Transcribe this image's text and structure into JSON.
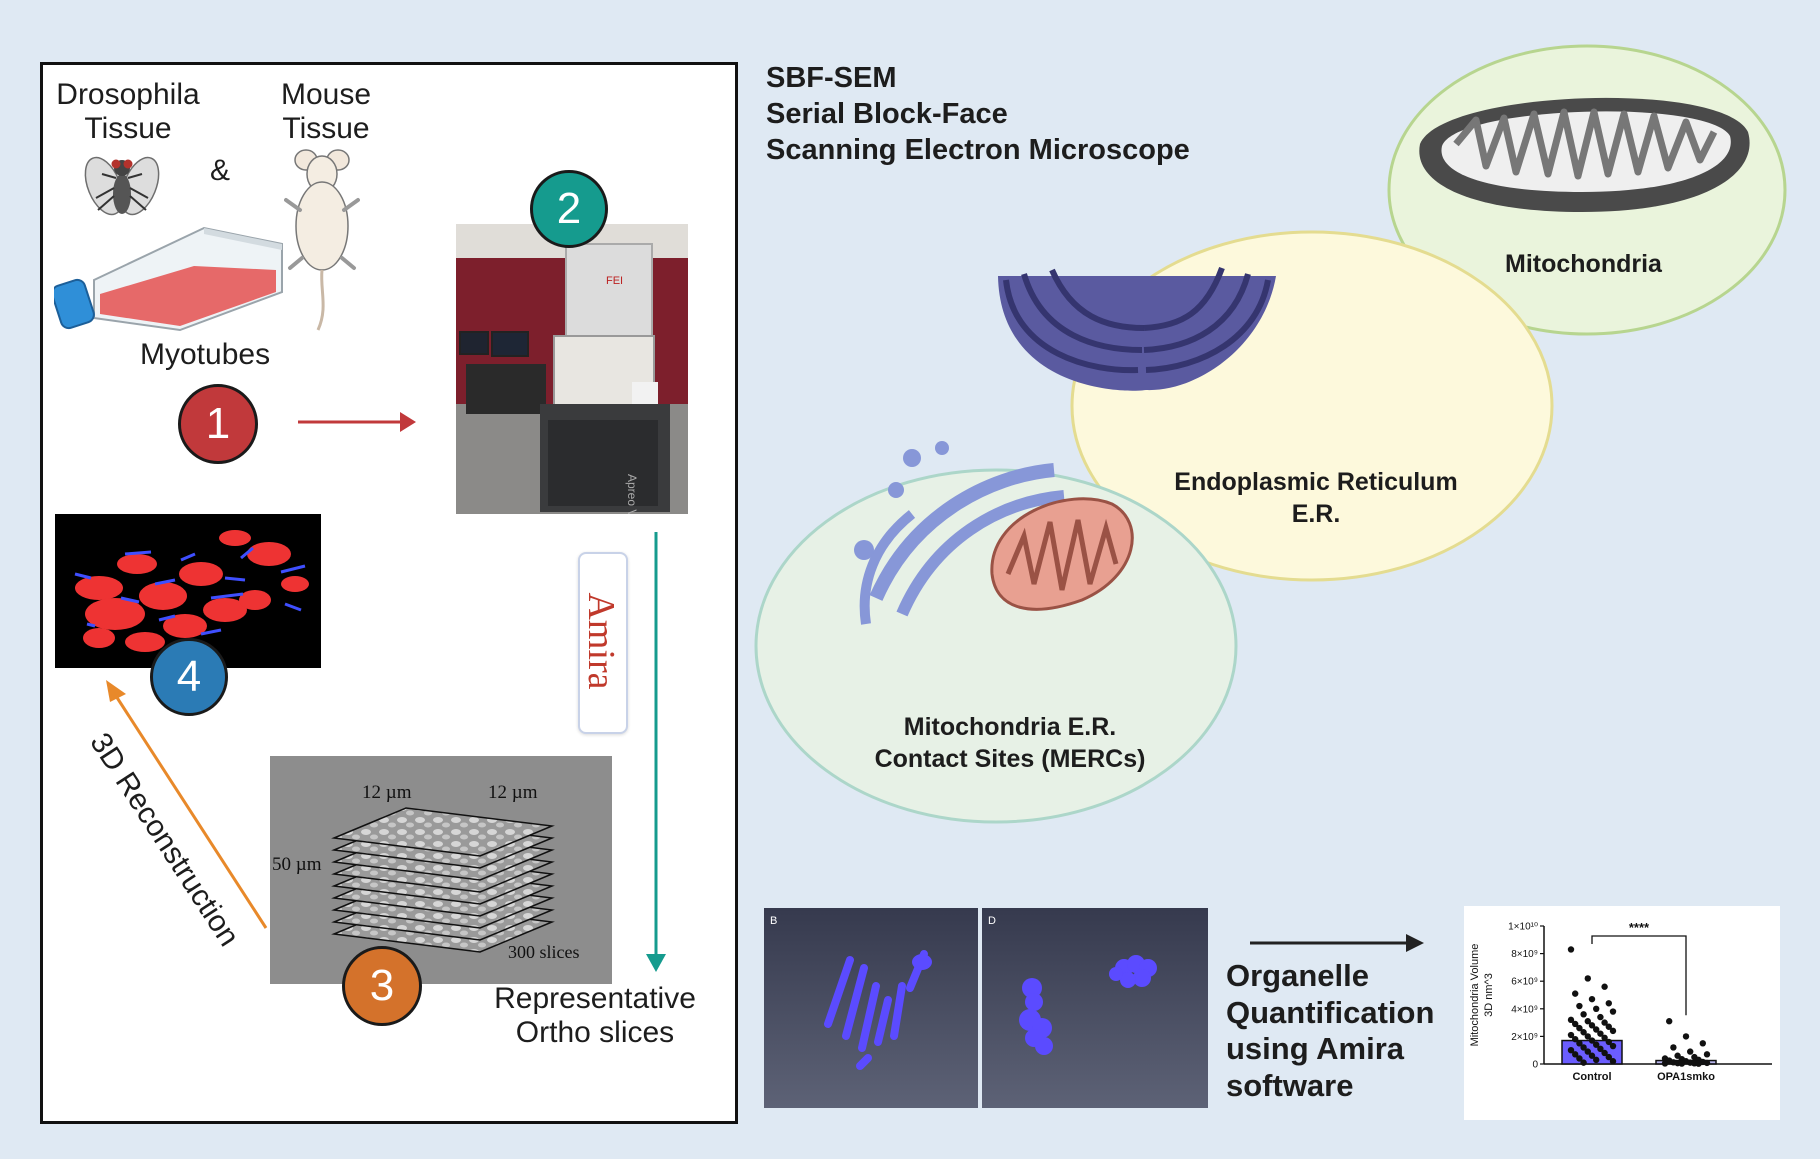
{
  "title": {
    "line1": "SBF-SEM",
    "line2": "Serial Block-Face",
    "line3": "Scanning Electron Microscope"
  },
  "workflow": {
    "drosophila": "Drosophila\nTissue",
    "ampersand": "&",
    "mouse": "Mouse\nTissue",
    "myotubes": "Myotubes",
    "amira": "Amira",
    "reconstruction": "3D Reconstruction",
    "ortho": "Representative\nOrtho slices",
    "steps": [
      "1",
      "2",
      "3",
      "4"
    ],
    "microscope_brand": "FEI",
    "microscope_model": "Apreo VS",
    "stack": {
      "dim_x": "12 µm",
      "dim_y": "12 µm",
      "dim_z": "50 µm",
      "slices": "300 slices"
    }
  },
  "organelles": {
    "mito": "Mitochondria",
    "er_line1": "Endoplasmic Reticulum",
    "er_line2": "E.R.",
    "mercs_line1": "Mitochondria E.R.",
    "mercs_line2": "Contact Sites (MERCs)"
  },
  "renders": {
    "panel_b": "B",
    "panel_d": "D"
  },
  "quantification": "Organelle\nQuantification\nusing Amira\nsoftware",
  "colors": {
    "step1": "#c1393b",
    "step2": "#159b8e",
    "step3": "#d4722b",
    "step4": "#2b7bb5",
    "amira_text": "#c0392b",
    "render_blue": "#5b4bff",
    "mito_red": "#ee3333"
  },
  "chart_data": {
    "type": "scatter",
    "categories": [
      "Control",
      "OPA1smko"
    ],
    "ylabel": "Mitochondria Volume\n3D nm^3",
    "ytick_labels": [
      "0",
      "2×10⁹",
      "4×10⁹",
      "6×10⁹",
      "8×10⁹",
      "1×10¹⁰"
    ],
    "ylim": [
      0,
      10000000000
    ],
    "bar_means": [
      1700000000,
      250000000
    ],
    "significance": "****",
    "points_control": [
      8300000000,
      6200000000,
      5600000000,
      5100000000,
      4700000000,
      4400000000,
      4200000000,
      4000000000,
      3800000000,
      3600000000,
      3400000000,
      3200000000,
      3100000000,
      3000000000,
      2900000000,
      2800000000,
      2700000000,
      2600000000,
      2500000000,
      2400000000,
      2300000000,
      2200000000,
      2100000000,
      2000000000,
      1900000000,
      1800000000,
      1700000000,
      1600000000,
      1500000000,
      1400000000,
      1300000000,
      1200000000,
      1100000000,
      1000000000,
      900000000,
      800000000,
      700000000,
      600000000,
      500000000,
      400000000,
      300000000,
      200000000,
      100000000
    ],
    "points_opa1": [
      3100000000,
      2000000000,
      1500000000,
      1200000000,
      900000000,
      700000000,
      600000000,
      500000000,
      400000000,
      350000000,
      300000000,
      250000000,
      200000000,
      150000000,
      120000000,
      100000000,
      80000000,
      60000000,
      50000000,
      40000000,
      30000000,
      20000000
    ]
  }
}
